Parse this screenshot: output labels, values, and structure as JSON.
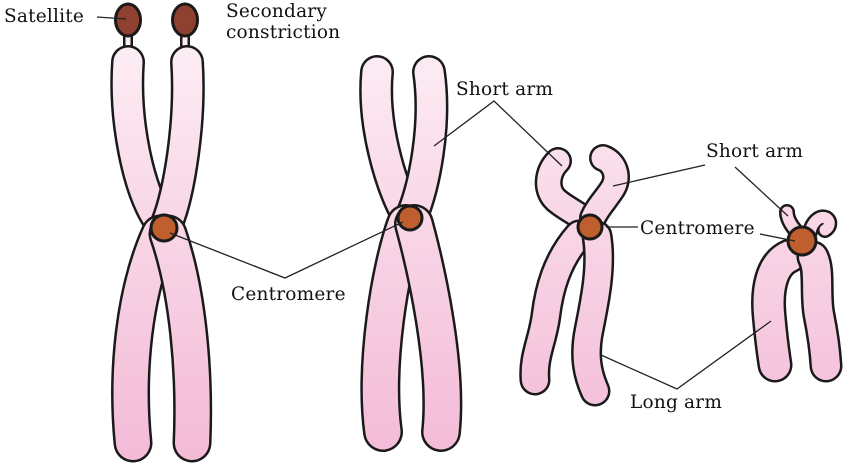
{
  "figure": {
    "title_note": "Chromosome structure diagram",
    "labels": {
      "satellite": "Satellite",
      "secondary_constriction": "Secondary constriction",
      "centromere_left": "Centromere",
      "short_arm_mid": "Short arm",
      "short_arm_right": "Short arm",
      "centromere_right": "Centromere",
      "long_arm": "Long arm"
    },
    "colors": {
      "background": "#ffffff",
      "arm_fill_top": "#fdeff6",
      "arm_fill_bottom": "#f3bad6",
      "outline": "#1a1a1a",
      "centromere_fill": "#c05f2e",
      "satellite_fill": "#8e4131",
      "leader_line": "#222222",
      "label_text": "#111111"
    },
    "chromosome_count": 4,
    "icon_parts": [
      "satellite-knob-icon",
      "secondary-constriction-stalk-icon",
      "chromosome-arm-icon",
      "centromere-icon"
    ]
  }
}
